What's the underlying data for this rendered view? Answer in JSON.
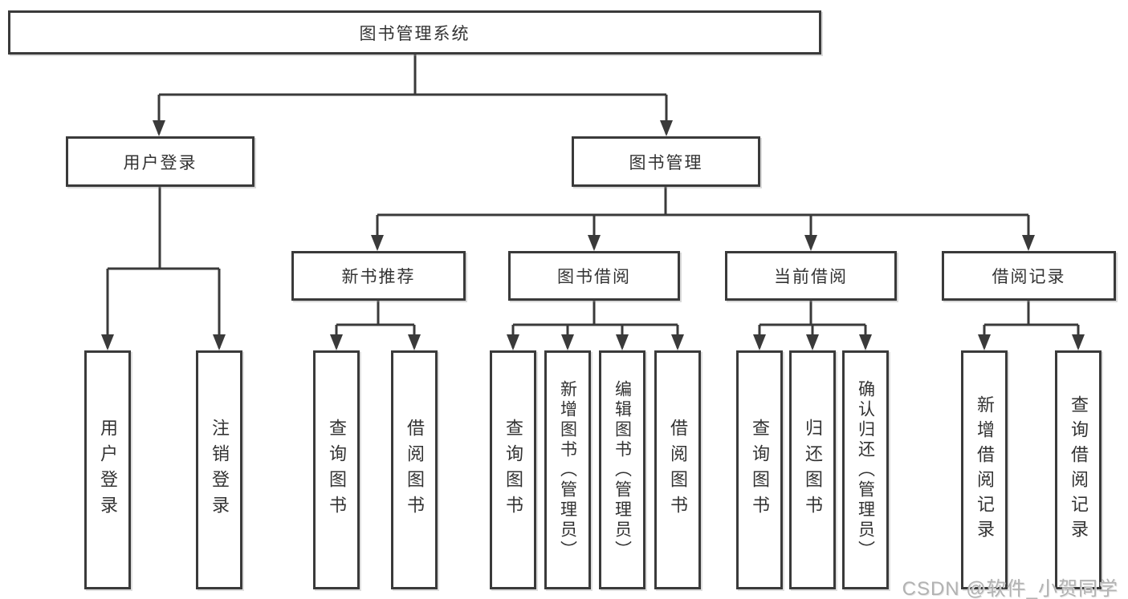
{
  "diagram": {
    "root": {
      "label": "图书管理系统"
    },
    "level2": {
      "user_login": {
        "label": "用户登录"
      },
      "book_mgmt": {
        "label": "图书管理"
      }
    },
    "level3": {
      "new_book_rec": {
        "label": "新书推荐"
      },
      "book_borrow": {
        "label": "图书借阅"
      },
      "current_borrow": {
        "label": "当前借阅"
      },
      "borrow_record": {
        "label": "借阅记录"
      }
    },
    "leaves": {
      "ul_login": {
        "label": "用户登录"
      },
      "ul_logout": {
        "label": "注销登录"
      },
      "nb_query": {
        "label": "查询图书"
      },
      "nb_borrow": {
        "label": "借阅图书"
      },
      "bb_query": {
        "label": "查询图书"
      },
      "bb_add": {
        "label": "新增图书（管理员）"
      },
      "bb_edit": {
        "label": "编辑图书（管理员）"
      },
      "bb_borrow": {
        "label": "借阅图书"
      },
      "cb_query": {
        "label": "查询图书"
      },
      "cb_return": {
        "label": "归还图书"
      },
      "cb_confirm": {
        "label": "确认归还（管理员）"
      },
      "br_add": {
        "label": "新增借阅记录"
      },
      "br_query": {
        "label": "查询借阅记录"
      }
    }
  },
  "watermark": {
    "text": "CSDN @软件_小贺同学"
  },
  "colors": {
    "line": "#3a3a3a",
    "text": "#333333",
    "box_fill": "#ffffff",
    "background": "#ffffff",
    "watermark": "#b2b2b2"
  }
}
